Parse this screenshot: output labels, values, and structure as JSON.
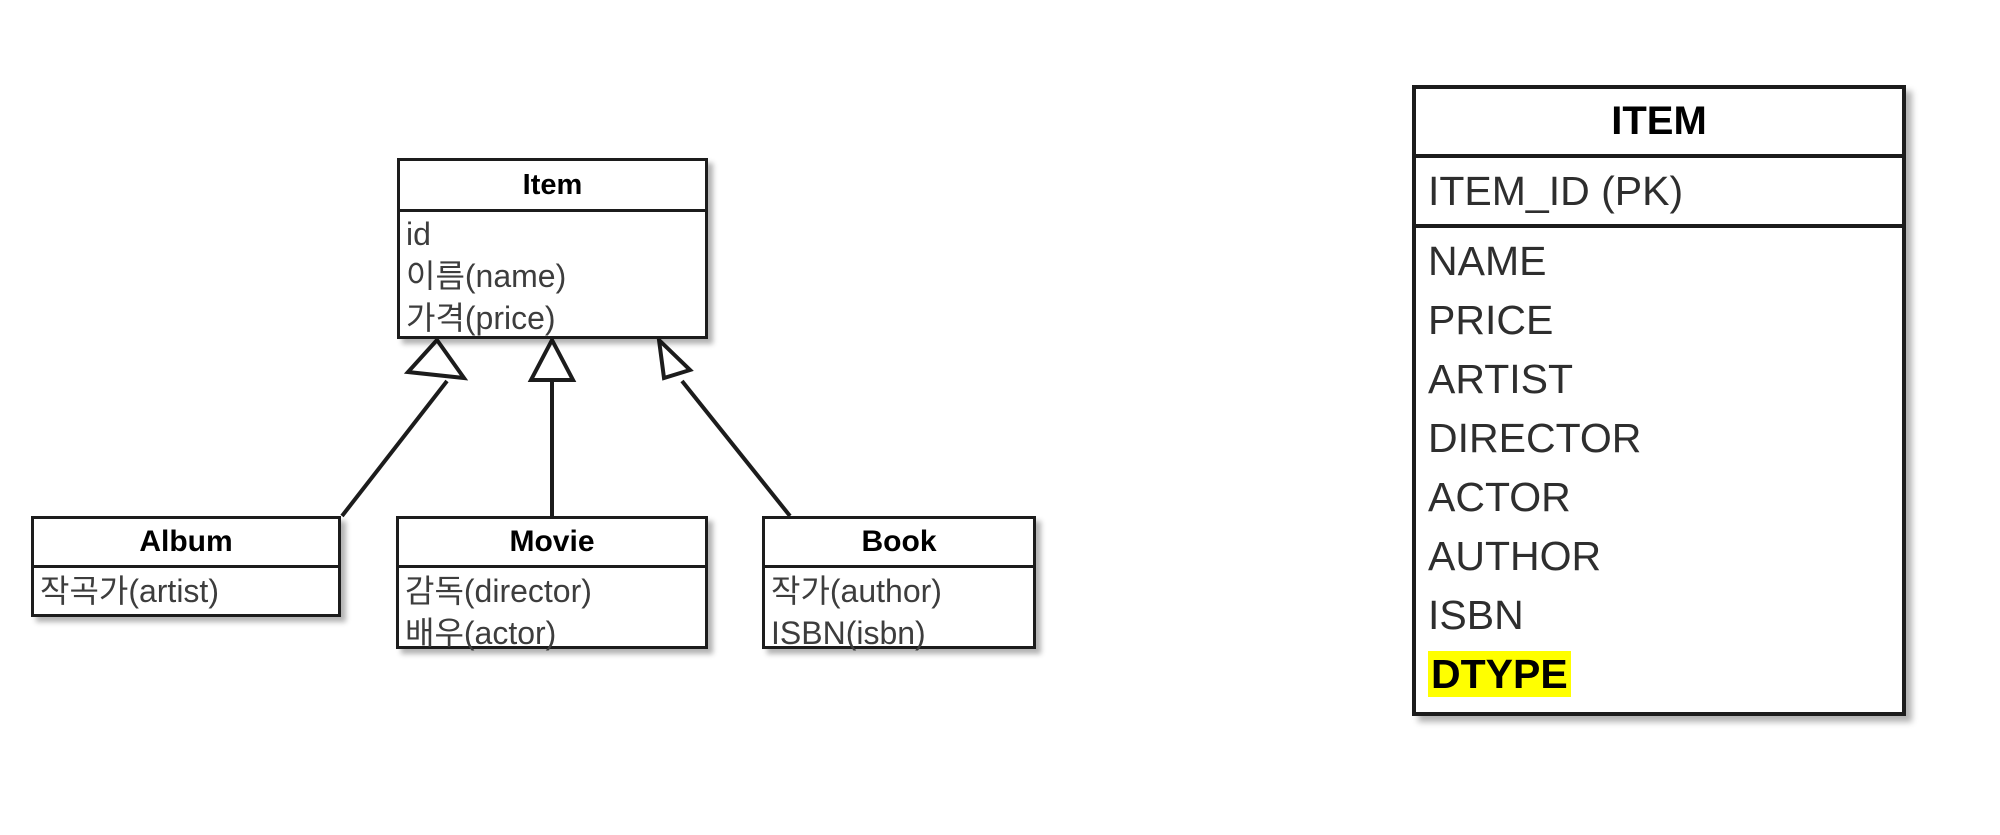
{
  "diagram": {
    "kind": "uml-class-to-relational-table-mapping",
    "uml": {
      "superclass": {
        "name": "Item",
        "attributes": [
          "id",
          "이름(name)",
          "가격(price)"
        ]
      },
      "subclasses": [
        {
          "name": "Album",
          "attributes": [
            "작곡가(artist)"
          ],
          "relation": "generalization"
        },
        {
          "name": "Movie",
          "attributes": [
            "감독(director)",
            "배우(actor)"
          ],
          "relation": "generalization"
        },
        {
          "name": "Book",
          "attributes": [
            "작가(author)",
            "ISBN(isbn)"
          ],
          "relation": "generalization"
        }
      ]
    },
    "table": {
      "name": "ITEM",
      "primary_key": "ITEM_ID (PK)",
      "columns": [
        {
          "name": "NAME",
          "highlighted": false
        },
        {
          "name": "PRICE",
          "highlighted": false
        },
        {
          "name": "ARTIST",
          "highlighted": false
        },
        {
          "name": "DIRECTOR",
          "highlighted": false
        },
        {
          "name": "ACTOR",
          "highlighted": false
        },
        {
          "name": "AUTHOR",
          "highlighted": false
        },
        {
          "name": "ISBN",
          "highlighted": false
        },
        {
          "name": "DTYPE",
          "highlighted": true
        }
      ]
    },
    "colors": {
      "background": "#ffffff",
      "stroke": "#1c1c1c",
      "text": "#2e2e2e",
      "title_text": "#000000",
      "highlight": "#ffff00"
    }
  }
}
